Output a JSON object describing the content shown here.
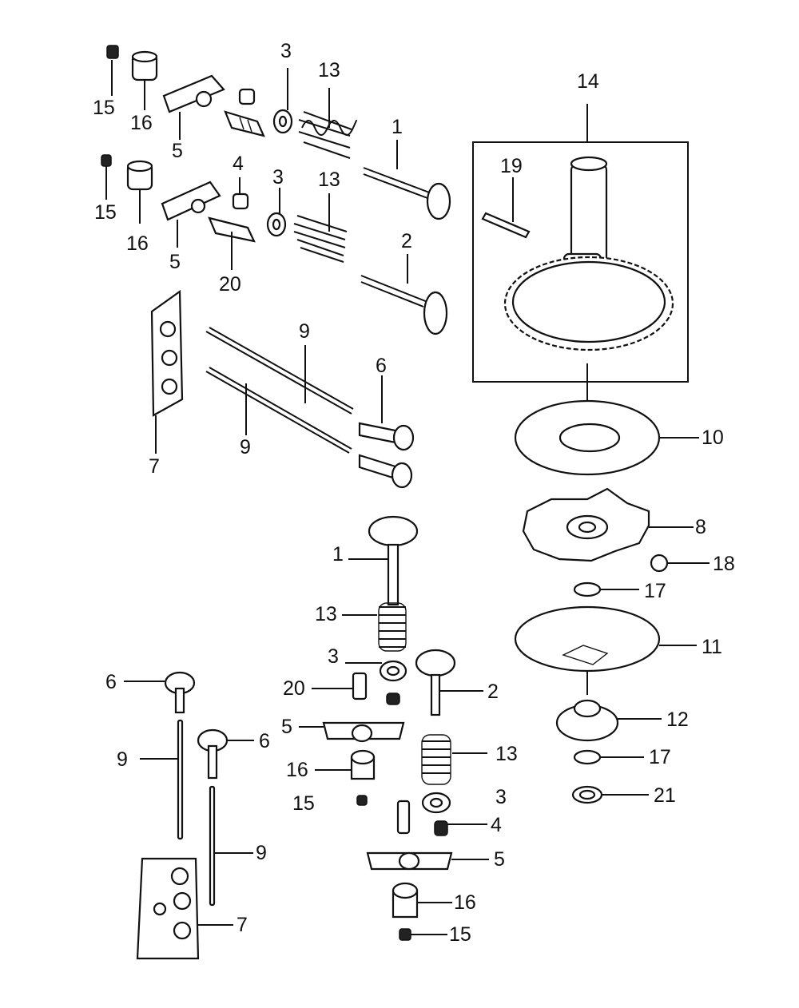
{
  "diagram": {
    "labels": {
      "l15a": "15",
      "l16a": "16",
      "l5a": "5",
      "l3a": "3",
      "l13a": "13",
      "l1a": "1",
      "l15b": "15",
      "l16b": "16",
      "l5b": "5",
      "l4a": "4",
      "l3b": "3",
      "l13b": "13",
      "l20a": "20",
      "l2a": "2",
      "l14": "14",
      "l19": "19",
      "l9a": "9",
      "l9b": "9",
      "l6a": "6",
      "l7a": "7",
      "l10": "10",
      "l8": "8",
      "l18": "18",
      "l17a": "17",
      "l11": "11",
      "l12": "12",
      "l17b": "17",
      "l21": "21",
      "l1b": "1",
      "l13c": "13",
      "l3c": "3",
      "l20b": "20",
      "l2b": "2",
      "l5c": "5",
      "l16c": "16",
      "l15c": "15",
      "l6b": "6",
      "l6c": "6",
      "l9c": "9",
      "l9d": "9",
      "l13d": "13",
      "l3d": "3",
      "l4b": "4",
      "l5d": "5",
      "l16d": "16",
      "l15d": "15",
      "l7b": "7"
    }
  }
}
